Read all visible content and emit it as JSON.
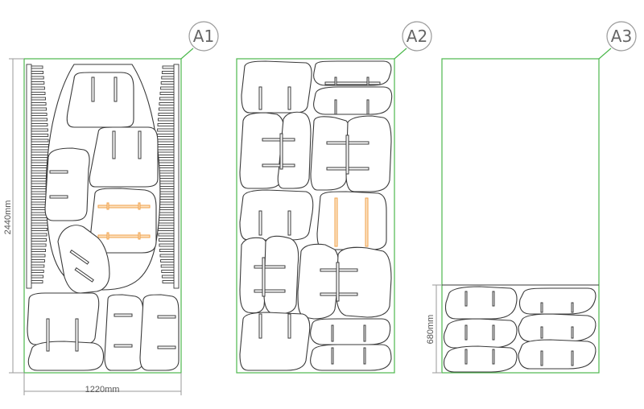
{
  "sheets": [
    {
      "id": "A1"
    },
    {
      "id": "A2"
    },
    {
      "id": "A3"
    }
  ],
  "dimensions": {
    "width_label": "1220mm",
    "height_label": "2440mm",
    "offcut_height_label": "680mm"
  }
}
